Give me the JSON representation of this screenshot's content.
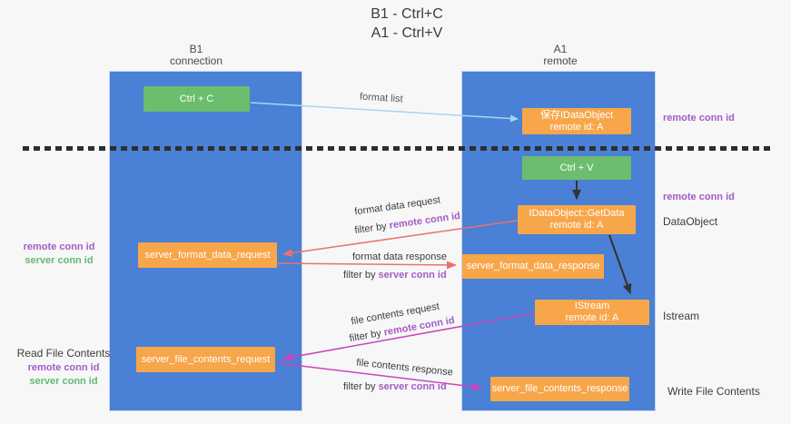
{
  "title": {
    "line1": "B1 - Ctrl+C",
    "line2": "A1 - Ctrl+V"
  },
  "columns": {
    "left": {
      "name": "B1",
      "role": "connection"
    },
    "right": {
      "name": "A1",
      "role": "remote"
    }
  },
  "boxes": {
    "ctrl_c": "Ctrl + C",
    "save_dataobject": {
      "line1": "保存IDataObject",
      "line2": "remote id: A"
    },
    "ctrl_v": "Ctrl + V",
    "getdata": {
      "line1": "IDataObject::GetData",
      "line2": "remote id: A"
    },
    "istream": {
      "line1": "IStream",
      "line2": "remote id: A"
    },
    "format_request": "server_format_data_request",
    "format_response": "server_format_data_response",
    "file_request": "server_file_contents_request",
    "file_response": "server_file_contents_response"
  },
  "arrow_labels": {
    "format_list": "format list",
    "format_data_request": "format data request",
    "filter_remote_1": {
      "prefix": "filter by ",
      "key": "remote conn id"
    },
    "format_data_response": "format data response",
    "filter_server_1": {
      "prefix": "filter by ",
      "key": "server conn id"
    },
    "file_contents_request": "file contents request",
    "filter_remote_2": {
      "prefix": "filter by ",
      "key": "remote conn id"
    },
    "file_contents_response": "file contents response",
    "filter_server_2": {
      "prefix": "filter by ",
      "key": "server conn id"
    }
  },
  "side_labels": {
    "right_remote_conn_1": "remote conn id",
    "right_remote_conn_2": "remote conn id",
    "dataobject": "DataObject",
    "istream": "Istream",
    "write_file_contents": "Write File Contents",
    "left_remote_conn_1": "remote conn id",
    "left_server_conn_1": "server conn id",
    "read_file_contents": "Read File Contents",
    "left_remote_conn_2": "remote conn id",
    "left_server_conn_2": "server conn id"
  },
  "colors": {
    "column_blue": "#4a80d5",
    "box_orange": "#f7a64a",
    "box_green": "#6cbe6e",
    "arrow_lightblue": "#a9d4ef",
    "arrow_salmon": "#e8736e",
    "arrow_magenta": "#cc44bb",
    "arrow_black": "#333333",
    "text_purple": "#a35cc4",
    "text_green": "#62ba74"
  }
}
